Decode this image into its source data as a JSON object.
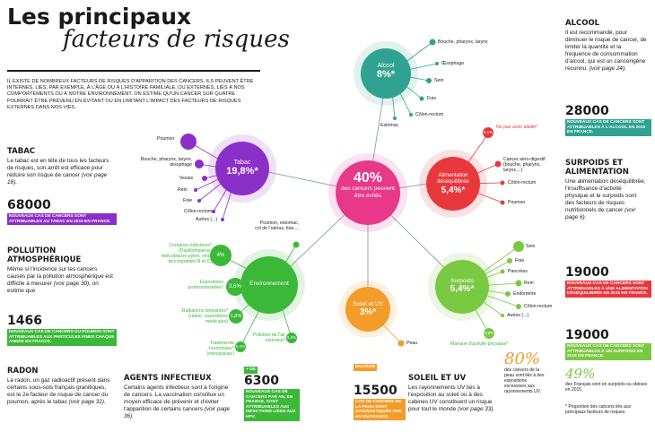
{
  "title_line1": "Les principaux",
  "title_line2": "facteurs de risques",
  "intro": "Il existe de nombreux facteurs de risques d'apparition des cancers. Ils peuvent être internes, liés, par exemple, à l'âge ou à l'histoire familiale, ou externes, liés à nos comportements ou à notre environnement. On estime qu'un cancer sur quatre pourrait être prévenu en évitant ou en limitant l'impact des facteurs de risques externes dans nos vies.",
  "colors": {
    "alcool": "#2fa38f",
    "tabac": "#8b2fc9",
    "aliment": "#e8383d",
    "env": "#3cb839",
    "uv": "#f39c2a",
    "surpoids": "#7ac943",
    "center": "#e8388a"
  },
  "center": {
    "value": "40%",
    "text": "des cancers peuvent être évités"
  },
  "alcool": {
    "label": "Alcool",
    "value": "8%*",
    "items": [
      "Bouche, pharynx, larynx",
      "Œsophage",
      "Sein",
      "Foie",
      "Côlon-rectum",
      "Estomac"
    ]
  },
  "tabac": {
    "label": "Tabac",
    "value": "19,8%*",
    "items": [
      "Poumon",
      "Bouche, pharynx, larynx, œsophage",
      "Vessie",
      "Rein",
      "Foie",
      "Côlon-rectum",
      "Autres (...)"
    ]
  },
  "aliment": {
    "label": "Alimentation déséquilibrée",
    "value": "5,4%*",
    "items": [
      "Ne pas avoir allaité*",
      "Cancer aéro-digestif (bouche, pharynx, larynx,...)",
      "Côlon-rectum",
      "Poumon"
    ],
    "small": "0,1%"
  },
  "env": {
    "label": "Environnement",
    "other": "Poumon, estomac, col de l'utérus, foie....",
    "items": [
      "Certaines infections* (Papillomavirus, Helicobacter pylori, virus des hépatites B et C)",
      "Expositions professionnelles*",
      "Radiations ionisantes* (radon, expositions médicales)",
      "Traitements hormonaux* (ménopause)",
      "Pollution de l'air extérieur*"
    ],
    "values": [
      "4%",
      "3,6%",
      "1,8%",
      "0,4%",
      "0,4%"
    ]
  },
  "uv": {
    "label": "Soleil et UV",
    "value": "3%*",
    "items": [
      "Peau"
    ]
  },
  "surpoids": {
    "label": "Surpoids",
    "value": "5,4%*",
    "items": [
      "Sein",
      "Foie",
      "Pancréas",
      "Rein",
      "Endomètre",
      "Côlon-rectum",
      "Autres (...)"
    ]
  },
  "activite": {
    "label": "Manque d'activité physique*",
    "value": "0,9%"
  },
  "sections": {
    "tabac": {
      "title": "TABAC",
      "text": "Le tabac est en tête de tous les facteurs de risques, son arrêt est efficace pour réduire son risque de cancer",
      "ref": "(voir page 18).",
      "big": "68000",
      "tag": "Nouveaux cas de cancers sont attribuables au tabac en 2015 en France."
    },
    "pollution": {
      "title": "POLLUTION ATMOSPHÉRIQUE",
      "text": "Même si l'incidence sur les cancers causés par la pollution atmosphérique est difficile à mesurer",
      "ref": "(voir page 30),",
      "text2": "on estime que",
      "big": "1466",
      "tag": "Nouveaux cas de cancers du poumon sont attribuables aux particules fines chaque année en France."
    },
    "radon": {
      "title": "RADON",
      "text": "Le radon, un gaz radioactif présent dans certains sous-sols français granitiques, est le 2e facteur de risque de cancer du poumon, après le tabac",
      "ref": "(voir page 32)."
    },
    "infect": {
      "title": "AGENTS INFECTIEUX",
      "text": "Certains agents infectieux sont à l'origine de cancers. La vaccination constitue un moyen efficace de prévenir et d'éviter l'apparition de certains cancers",
      "ref": "(voir page 36).",
      "pre": "+ DE",
      "big": "6300",
      "tag": "Nouveaux cas de cancers par an, en France, sont attribuables aux infections liées aux HPV."
    },
    "uv": {
      "title": "SOLEIL ET UV",
      "text": "Les rayonnements UV liés à l'exposition au soleil ou à des cabines UV constituent un risque pour tout le monde",
      "ref": "(voir page 33).",
      "pre": "ENVIRON",
      "big": "15500",
      "tag": "Cas de cancers de la peau sont diagnostiqués par an en France.",
      "pct": "80%",
      "pct_text": "des cancers de la peau sont liés à des expositions excessives aux rayonnements UV."
    },
    "alcool": {
      "title": "ALCOOL",
      "text": "Il est recommandé, pour diminuer le risque de cancer, de limiter la quantité et la fréquence de consommation d'alcool, qui est un cancérigène reconnu.",
      "ref": "(voir page 24).",
      "big": "28000",
      "tag": "Nouveaux cas de cancers sont attribuables à l'alcool en 2015 en France."
    },
    "surpoids": {
      "title": "SURPOIDS ET ALIMENTATION",
      "text": "Une alimentation déséquilibrée, l'insuffisance d'activité physique et le surpoids sont des facteurs de risques nutritionnels de cancer",
      "ref": "(voir page 6).",
      "big1": "19000",
      "tag1": "Nouveaux cas de cancers sont attribuables à une alimentation déséquilibrée en 2015 en France.",
      "big2": "19000",
      "tag2": "Nouveaux cas de cancers sont attribuables à un surpoids en 2015 en France.",
      "pct": "49%",
      "pct_text": "des Français sont en surpoids ou obèses en 2015."
    }
  },
  "footnote": "* Proportion des cancers liés aux principaux facteurs de risques."
}
